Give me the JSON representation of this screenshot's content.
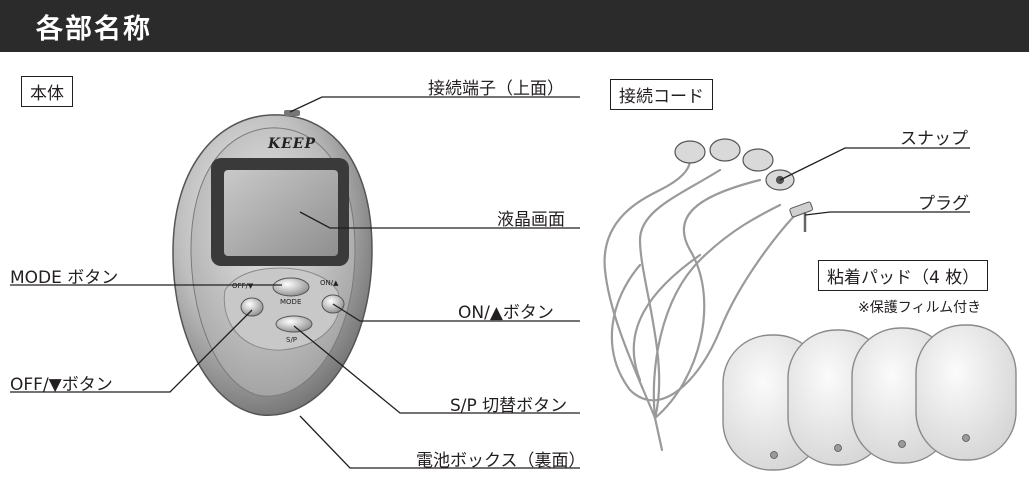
{
  "header": {
    "title": "各部名称"
  },
  "device": {
    "box_label": "本体",
    "brand": "KEEP",
    "buttons": {
      "off_text": "OFF/▼",
      "on_text": "ON/▲",
      "mode_text": "MODE",
      "sp_text": "S/P"
    },
    "callouts": {
      "connector_terminal": "接続端子（上面）",
      "lcd_screen": "液晶画面",
      "mode_button": "MODE ボタン",
      "on_button": "ON/▲ボタン",
      "off_button": "OFF/▼ボタン",
      "sp_button": "S/P 切替ボタン",
      "battery_box": "電池ボックス（裏面）"
    }
  },
  "cord": {
    "box_label": "接続コード",
    "callouts": {
      "snap": "スナップ",
      "plug": "プラグ"
    }
  },
  "pads": {
    "box_label": "粘着パッド（4 枚）",
    "note": "※保護フィルム付き"
  }
}
